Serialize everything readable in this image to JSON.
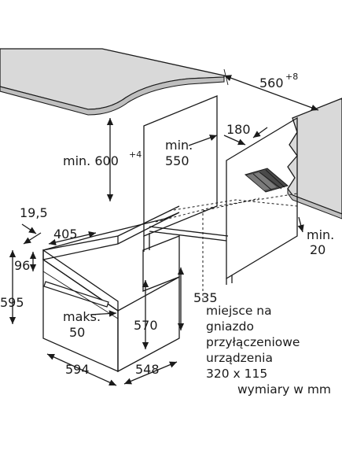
{
  "dimensions": {
    "worktop_depth": "560",
    "worktop_depth_tolerance": "+8",
    "niche_height_prefix": "min. 600",
    "niche_height_tolerance": "+4",
    "niche_width_min": "min.",
    "niche_width_value": "550",
    "cutout_depth": "180",
    "gap_min": "min.",
    "gap_value": "20",
    "offset_left": "19,5",
    "panel_depth": "405",
    "front_height_step": "96",
    "overall_height": "595",
    "max_label": "maks.",
    "max_value": "50",
    "body_height": "570",
    "inner_height": "535",
    "overall_width": "594",
    "overall_depth": "548"
  },
  "notes": {
    "line1": "miejsce na",
    "line2": "gniazdo",
    "line3": "przyłączeniowe",
    "line4": "urządzenia",
    "line5": "320 x 115",
    "units": "wymiary w mm"
  }
}
